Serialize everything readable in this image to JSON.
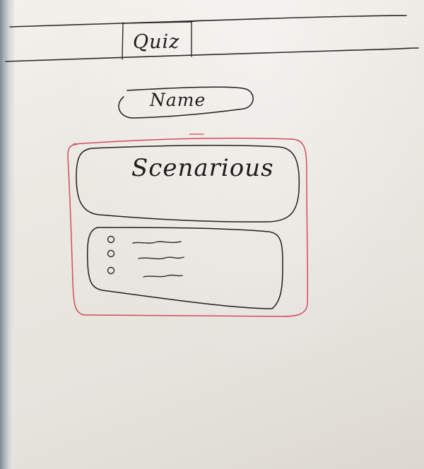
{
  "header": {
    "tab_label": "Quiz"
  },
  "name_field": {
    "label": "Name"
  },
  "quiz_card": {
    "scenario_title": "Scenarious",
    "options": [
      {
        "id": "option-1"
      },
      {
        "id": "option-2"
      },
      {
        "id": "option-3"
      }
    ]
  },
  "colors": {
    "board": "#ece9e3",
    "marker_black": "#1d1d1d",
    "marker_red": "#d44a5c"
  }
}
